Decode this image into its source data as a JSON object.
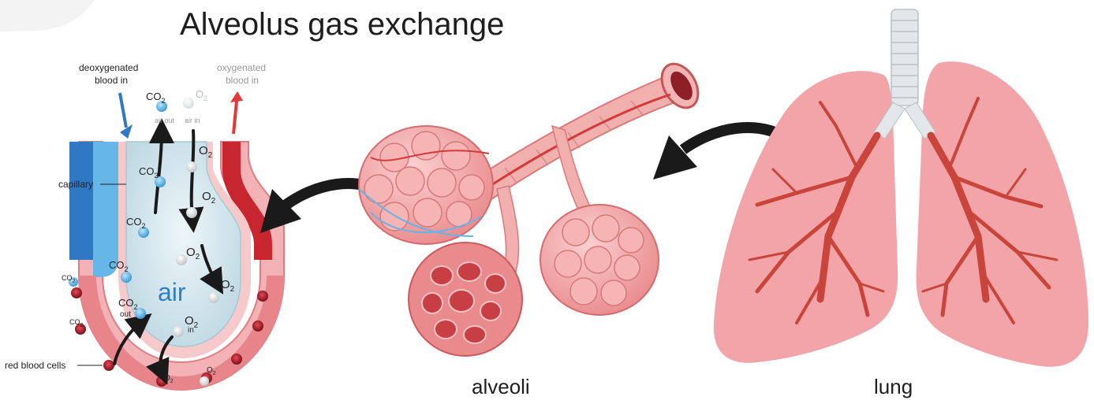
{
  "title": "Alveolus gas exchange",
  "labels": {
    "deoxygenated": [
      "deoxygenated",
      "blood in"
    ],
    "oxygenated": [
      "oxygenated",
      "blood in"
    ],
    "capillary": "capillary",
    "red_blood_cells": "red blood cells",
    "air": "air",
    "air_out": "air out",
    "air_in": "air in",
    "out": "out",
    "in": "in",
    "alveoli": "alveoli",
    "lung": "lung"
  },
  "chem": {
    "co2": "CO",
    "o2": "O",
    "sub": "2"
  },
  "colors": {
    "vein_blue": "#2f78c4",
    "artery_red": "#c8262f",
    "tissue_pink": "#ee9a9e",
    "air_blue": "#d6e8ef",
    "lung_pink": "#f2a4a8",
    "bronchi": "#c9453b",
    "arrow_black": "#1a1a1a"
  },
  "icons": [
    "up-arrow-blue",
    "up-arrow-red",
    "curved-arrow-left",
    "curved-arrow-left-2",
    "co2-molecule",
    "o2-molecule",
    "red-blood-cell"
  ]
}
